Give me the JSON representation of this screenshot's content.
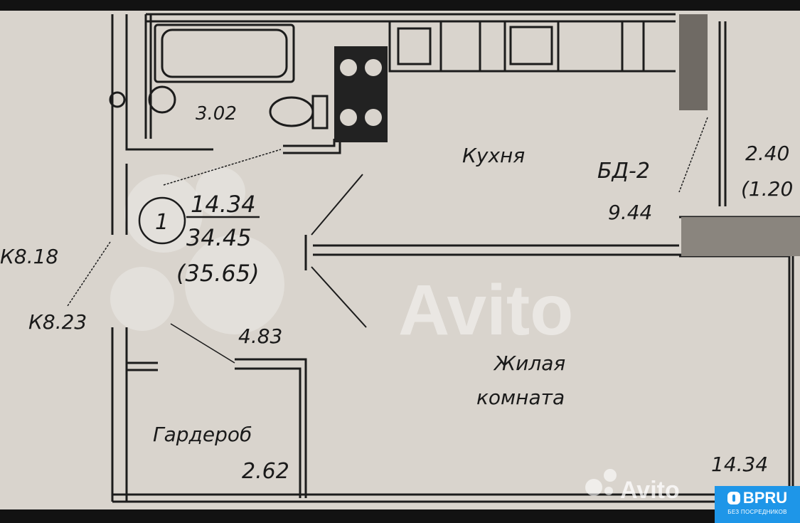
{
  "plan": {
    "bathroom_area": "3.02",
    "kitchen_label": "Кухня",
    "balcony_label": "БД-2",
    "kitchen_area": "9.44",
    "balcony_area_top": "2.40",
    "balcony_area_bottom": "(1.20",
    "neighbor_code_left": "К8.18",
    "apartment_code": "К8.23",
    "apartment_number": "1",
    "living_area": "14.34",
    "total_area": "34.45",
    "total_area_with_balcony": "(35.65)",
    "hall_area": "4.83",
    "living_room_label_1": "Жилая",
    "living_room_label_2": "комната",
    "wardrobe_label": "Гардероб",
    "wardrobe_area": "2.62",
    "living_room_area": "14.34"
  },
  "watermark": {
    "text": "Avito",
    "corner_text": "Avito"
  },
  "badge": {
    "title": "BPRU",
    "subtitle": "БЕЗ ПОСРЕДНИКОВ",
    "color": "#1e96e8"
  }
}
